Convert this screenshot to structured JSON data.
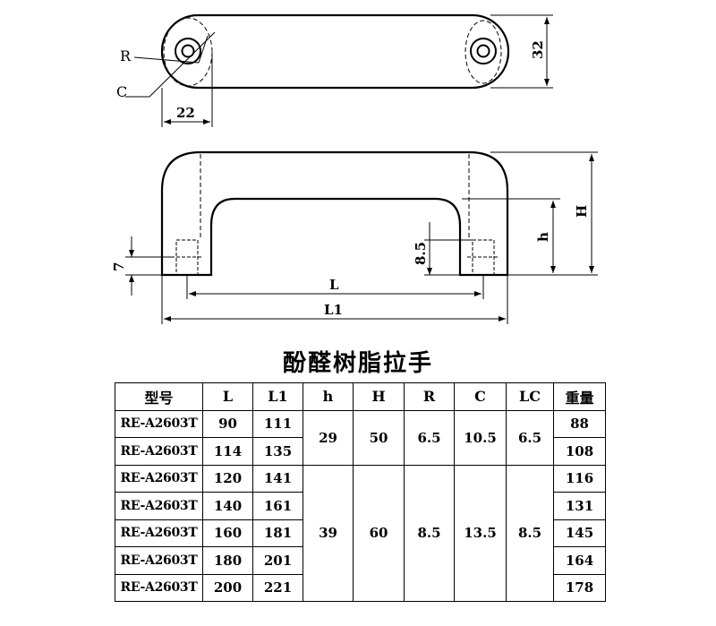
{
  "drawing": {
    "top_view": {
      "label_R": "R",
      "label_C": "C",
      "dim_width": "22",
      "dim_height": "32"
    },
    "front_view": {
      "dim_7": "7",
      "dim_8_5": "8.5",
      "dim_h": "h",
      "dim_H": "H",
      "dim_L": "L",
      "dim_L1": "L1"
    }
  },
  "table": {
    "title": "酚醛树脂拉手",
    "headers": [
      "型号",
      "L",
      "L1",
      "h",
      "H",
      "R",
      "C",
      "LC",
      "重量"
    ],
    "rows": [
      {
        "model": "RE-A2603T",
        "L": "90",
        "L1": "111",
        "weight": "88"
      },
      {
        "model": "RE-A2603T",
        "L": "114",
        "L1": "135",
        "weight": "108"
      },
      {
        "model": "RE-A2603T",
        "L": "120",
        "L1": "141",
        "weight": "116"
      },
      {
        "model": "RE-A2603T",
        "L": "140",
        "L1": "161",
        "weight": "131"
      },
      {
        "model": "RE-A2603T",
        "L": "160",
        "L1": "181",
        "weight": "145"
      },
      {
        "model": "RE-A2603T",
        "L": "180",
        "L1": "201",
        "weight": "164"
      },
      {
        "model": "RE-A2603T",
        "L": "200",
        "L1": "221",
        "weight": "178"
      }
    ],
    "group1": {
      "h": "29",
      "H": "50",
      "R": "6.5",
      "C": "10.5",
      "LC": "6.5"
    },
    "group2": {
      "h": "39",
      "H": "60",
      "R": "8.5",
      "C": "13.5",
      "LC": "8.5"
    }
  }
}
